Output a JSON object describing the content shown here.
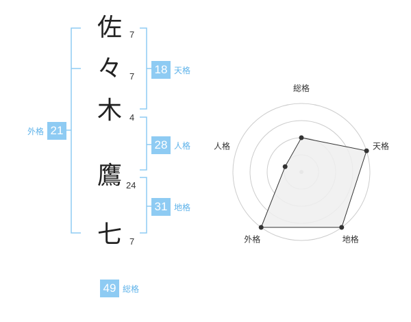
{
  "name": {
    "characters": [
      {
        "char": "佐",
        "strokes": "7"
      },
      {
        "char": "々",
        "strokes": "7"
      },
      {
        "char": "木",
        "strokes": "4"
      },
      {
        "char": "鷹",
        "strokes": "24"
      },
      {
        "char": "七",
        "strokes": "7"
      }
    ]
  },
  "fortunes": {
    "tenkaku": {
      "value": "18",
      "label": "天格"
    },
    "jinkaku": {
      "value": "28",
      "label": "人格"
    },
    "chikaku": {
      "value": "31",
      "label": "地格"
    },
    "gaikaku": {
      "value": "21",
      "label": "外格"
    },
    "soukaku": {
      "value": "49",
      "label": "総格"
    }
  },
  "colors": {
    "accent": "#8ecbf3",
    "accent_text": "#5fb3ea",
    "bracket": "#8ecbf3",
    "radar_fill": "#eeeeee",
    "radar_ring": "#cccccc"
  },
  "chart_data": {
    "type": "radar",
    "axes": [
      "総格",
      "天格",
      "地格",
      "外格",
      "人格"
    ],
    "values": [
      2,
      4,
      4,
      4,
      1
    ],
    "max": 4
  }
}
